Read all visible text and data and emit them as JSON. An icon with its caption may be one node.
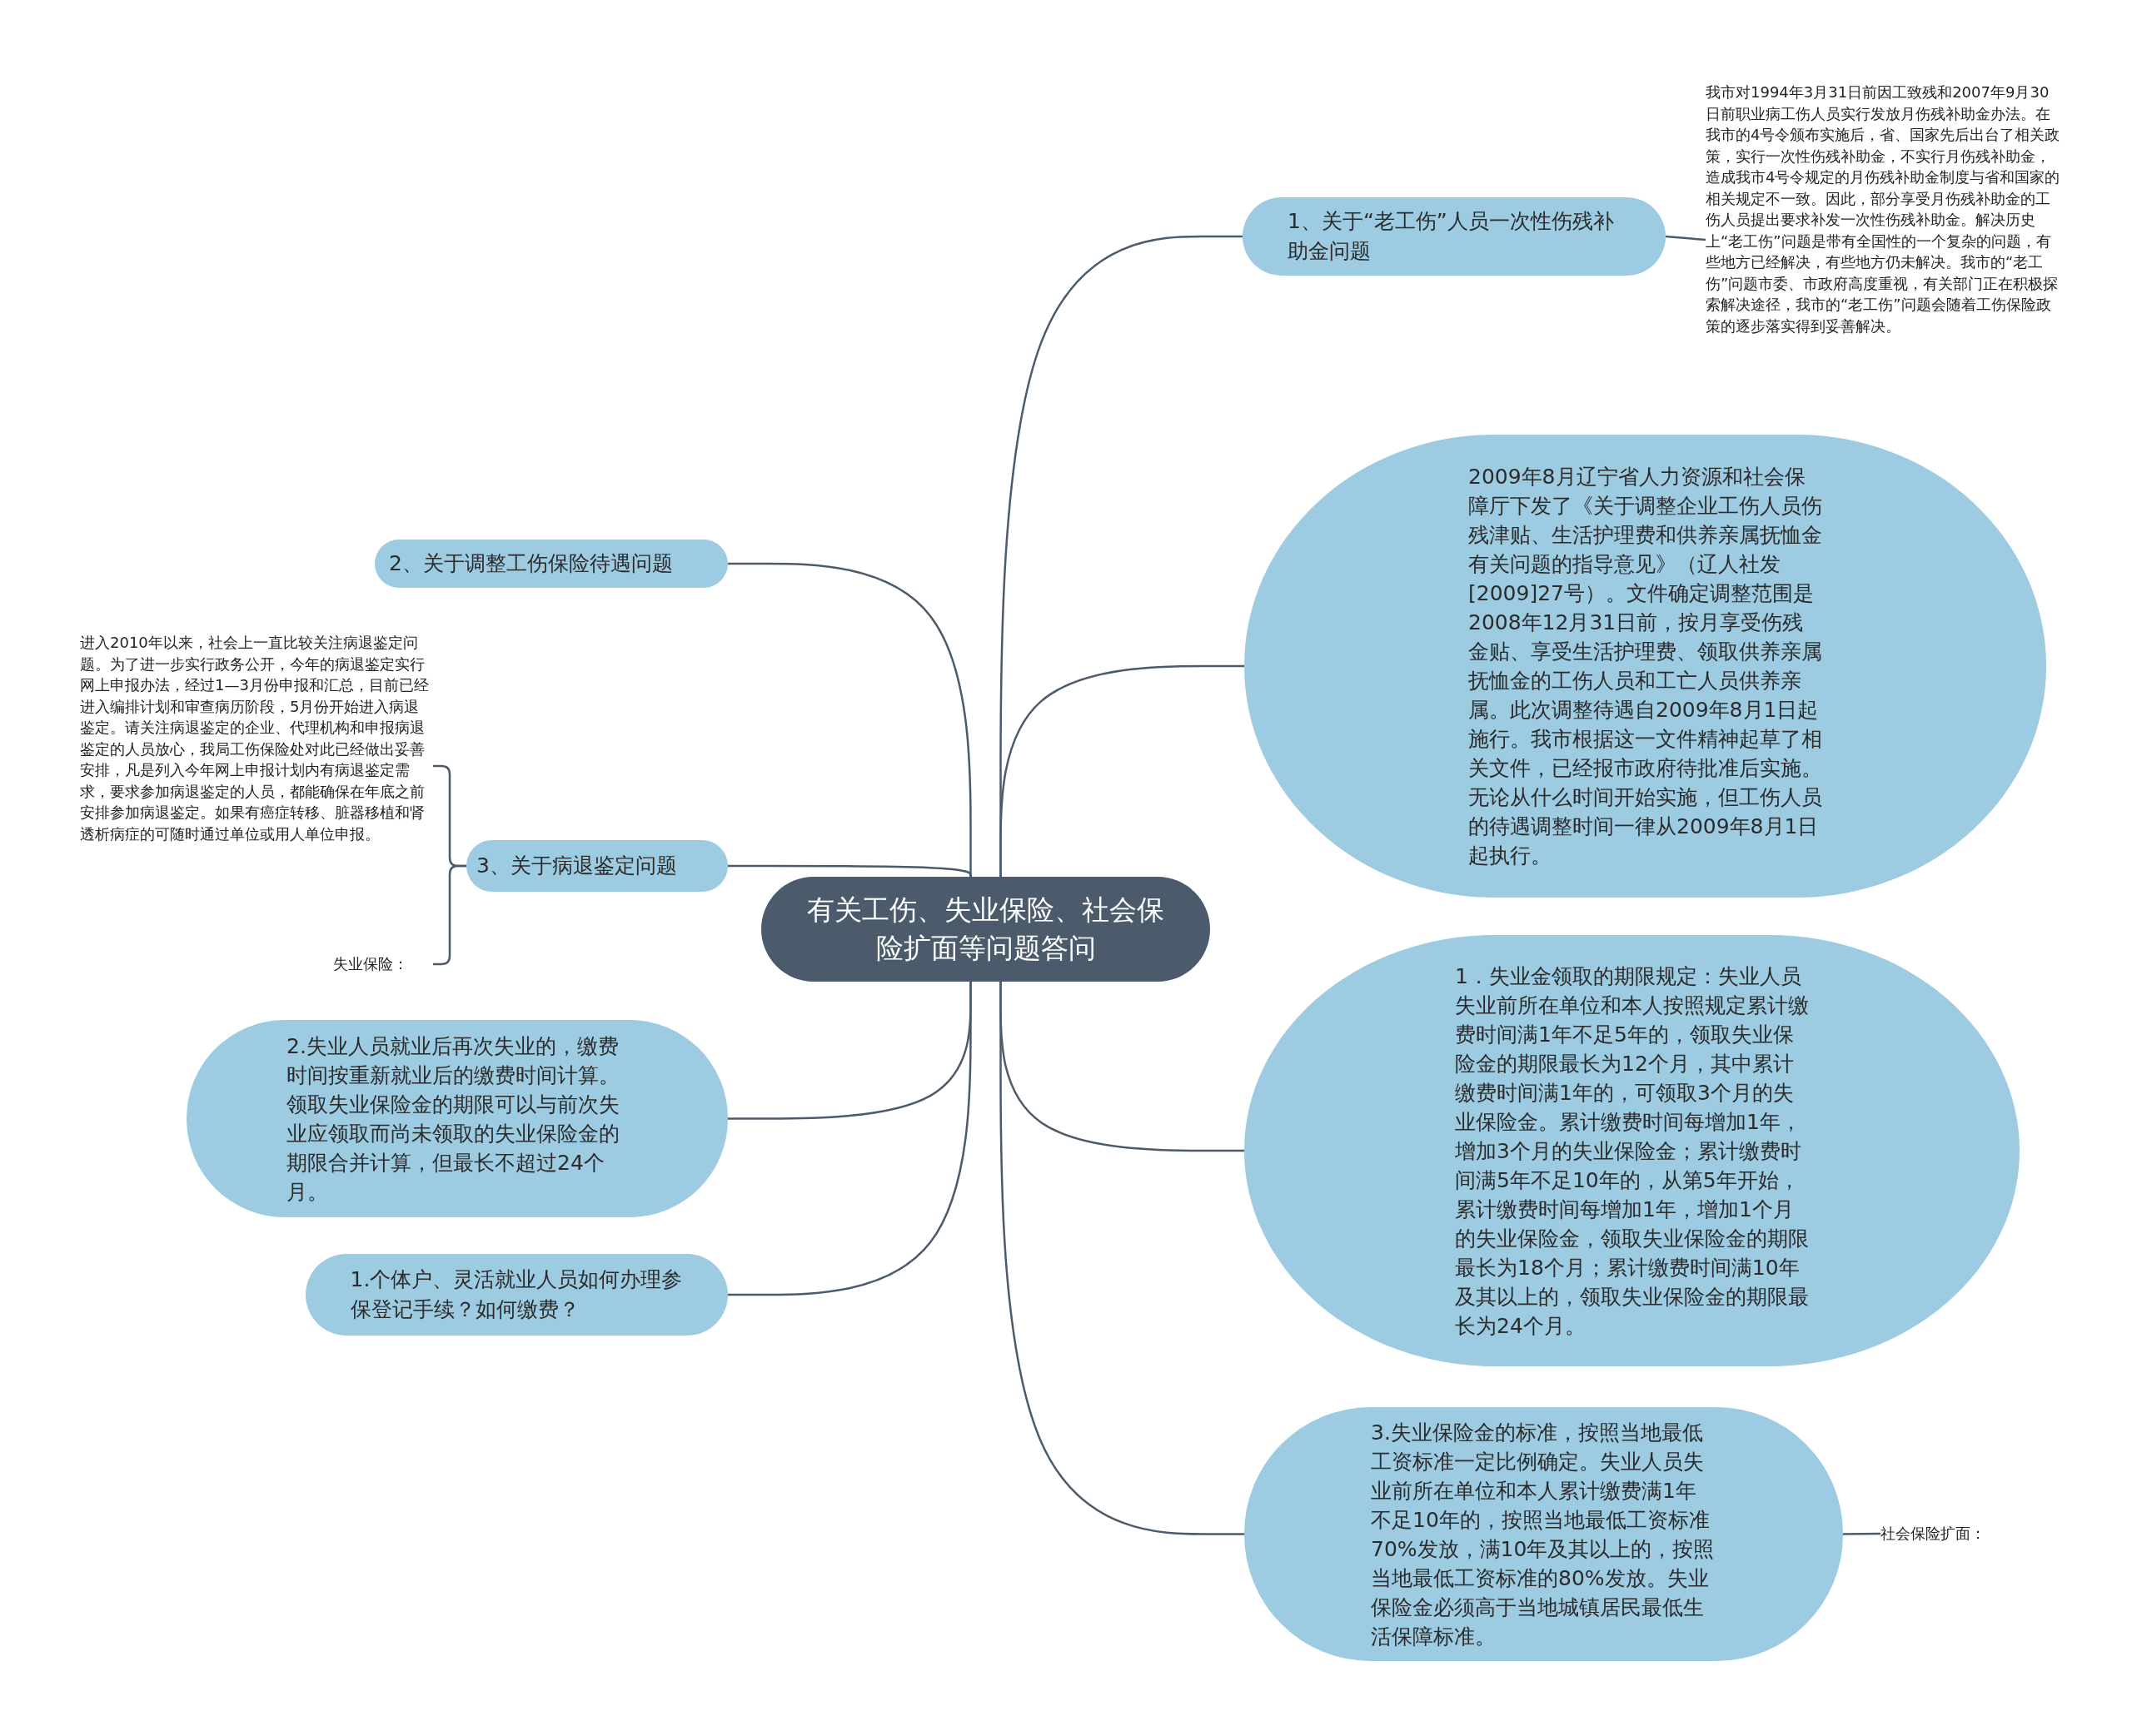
{
  "diagram": {
    "nodes": [
      {
        "text": [
          "有关工伤、失业保险、社会保险扩面等问题答问"
        ]
      },
      {
        "text": [
          "1、关于“老工伤”人员一次性伤残补助金问题"
        ]
      },
      {
        "text": [
          "我市对1994年3月31日前因工致残和2007年9月30日前职业病工伤人员实行发放月伤残补助金办法。在我市的4号令颁布实施后，省、国家先后出台了相关政策，实行一次性伤残补助金，不实行月伤残补助金，造成我市4号令规定的月伤残补助金制度与省和国家的相关规定不一致。因此，部分享受月伤残补助金的工伤人员提出要求补发一次性伤残补助金。解决历史上“老工伤”问题是带有全国性的一个复杂的问题，有些地方已经解决，有些地方仍未解决。我市的“老工伤”问题市委、市政府高度重视，有关部门正在积极探索解决途径，我市的“老工伤”问题会随着工伤保险政策的逐步落实得到妥善解决。"
        ]
      },
      {
        "text": [
          "2、关于调整工伤保险待遇问题"
        ]
      },
      {
        "text": [
          "2009年8月辽宁省人力资源和社会保障厅下发了《关于调整企业工伤人员伤残津贴、生活护理费和供养亲属抚恤金有关问题的指导意见》（辽人社发[2009]27号）。文件确定调整范围是2008年12月31日前，按月享受伤残金贴、享受生活护理费、领取供养亲属抚恤金的工伤人员和工亡人员供养亲属。此次调整待遇自2009年8月1日起施行。我市根据这一文件精神起草了相关文件，已经报市政府待批准后实施。无论从什么时间开始实施，但工伤人员的待遇调整时间一律从2009年8月1日起执行。"
        ]
      },
      {
        "text": [
          "进入2010年以来，社会上一直比较关注病退鉴定问题。为了进一步实行政务公开，今年的病退鉴定实行网上申报办法，经过1—3月份申报和汇总，目前已经进入编排计划和审查病历阶段，5月份开始进入病退鉴定。请关注病退鉴定的企业、代理机构和申报病退鉴定的人员放心，我局工伤保险处对此已经做出妥善安排，凡是列入今年网上申报计划内有病退鉴定需求，要求参加病退鉴定的人员，都能确保在年底之前安排参加病退鉴定。如果有癌症转移、脏器移植和肾透析病症的可随时通过单位或用人单位申报。"
        ]
      },
      {
        "text": [
          "3、关于病退鉴定问题"
        ]
      },
      {
        "text": [
          "失业保险："
        ]
      },
      {
        "text": [
          "1．失业金领取的期限规定：失业人员失业前所在单位和本人按照规定累计缴费时间满1年不足5年的，领取失业保险金的期限最长为12个月，其中累计缴费时间满1年的，可领取3个月的失业保险金。累计缴费时间每增加1年，增加3个月的失业保险金；累计缴费时间满5年不足10年的，从第5年开始，累计缴费时间每增加1年，增加1个月的失业保险金，领取失业保险金的期限最长为18个月；累计缴费时间满10年及其以上的，领取失业保险金的期限最长为24个月。"
        ]
      },
      {
        "text": [
          "2.失业人员就业后再次失业的，缴费时间按重新就业后的缴费时间计算。领取失业保险金的期限可以与前次失业应领取而尚未领取的失业保险金的期限合并计算，但最长不超过24个月。"
        ]
      },
      {
        "text": [
          "1.个体户、灵活就业人员如何办理参保登记手续？如何缴费？"
        ]
      },
      {
        "text": [
          "3.失业保险金的标准，按照当地最低工资标准一定比例确定。失业人员失业前所在单位和本人累计缴费满1年不足10年的，按照当地最低工资标准70%发放，满10年及其以上的，按照当地最低工资标准的80%发放。失业保险金必须高于当地城镇居民最低生活保障标准。"
        ]
      },
      {
        "text": [
          "社会保险扩面："
        ]
      }
    ],
    "edges": [
      {
        "from": 0,
        "to": 1,
        "arrow": "none"
      },
      {
        "from": 0,
        "to": 4,
        "arrow": "none"
      },
      {
        "from": 0,
        "to": 8,
        "arrow": "none"
      },
      {
        "from": 0,
        "to": 11,
        "arrow": "none"
      },
      {
        "from": 0,
        "to": 3,
        "arrow": "none"
      },
      {
        "from": 0,
        "to": 6,
        "arrow": "none"
      },
      {
        "from": 0,
        "to": 9,
        "arrow": "none"
      },
      {
        "from": 0,
        "to": 10,
        "arrow": "none"
      },
      {
        "from": 1,
        "to": 2,
        "arrow": "none"
      },
      {
        "from": 6,
        "to": 5,
        "arrow": "none"
      },
      {
        "from": 6,
        "to": 7,
        "arrow": "none"
      },
      {
        "from": 11,
        "to": 12,
        "arrow": "none"
      }
    ]
  }
}
